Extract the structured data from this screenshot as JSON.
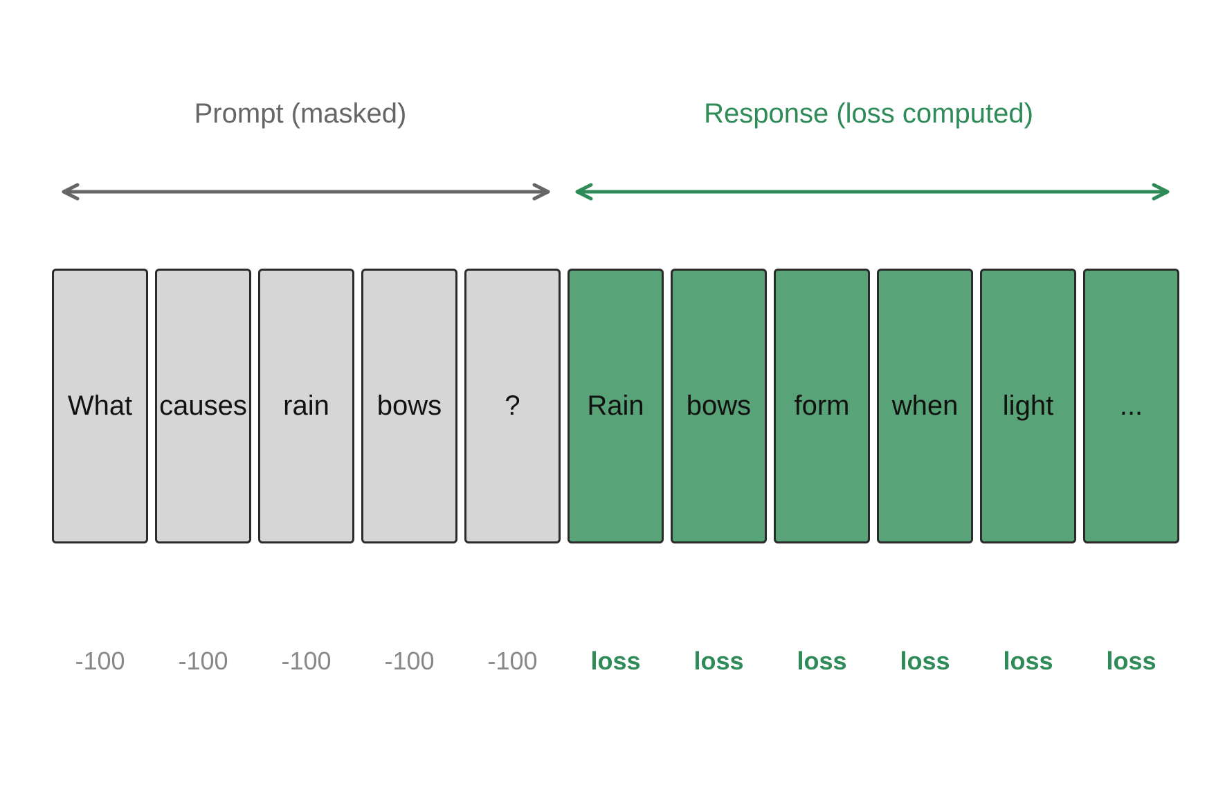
{
  "sections": {
    "prompt_label": "Prompt (masked)",
    "response_label": "Response (loss computed)"
  },
  "colors": {
    "prompt_fill": "#d6d6d6",
    "response_fill": "#58a377",
    "prompt_text": "#666666",
    "response_text": "#2e8b57",
    "border": "#2b2b2b"
  },
  "tokens": [
    {
      "text": "What",
      "group": "prompt"
    },
    {
      "text": "causes",
      "group": "prompt"
    },
    {
      "text": "rain",
      "group": "prompt"
    },
    {
      "text": "bows",
      "group": "prompt"
    },
    {
      "text": "?",
      "group": "prompt"
    },
    {
      "text": "Rain",
      "group": "response"
    },
    {
      "text": "bows",
      "group": "response"
    },
    {
      "text": "form",
      "group": "response"
    },
    {
      "text": "when",
      "group": "response"
    },
    {
      "text": "light",
      "group": "response"
    },
    {
      "text": "...",
      "group": "response"
    }
  ],
  "labels": [
    {
      "text": "-100",
      "group": "prompt"
    },
    {
      "text": "-100",
      "group": "prompt"
    },
    {
      "text": "-100",
      "group": "prompt"
    },
    {
      "text": "-100",
      "group": "prompt"
    },
    {
      "text": "-100",
      "group": "prompt"
    },
    {
      "text": "loss",
      "group": "response"
    },
    {
      "text": "loss",
      "group": "response"
    },
    {
      "text": "loss",
      "group": "response"
    },
    {
      "text": "loss",
      "group": "response"
    },
    {
      "text": "loss",
      "group": "response"
    },
    {
      "text": "loss",
      "group": "response"
    }
  ]
}
